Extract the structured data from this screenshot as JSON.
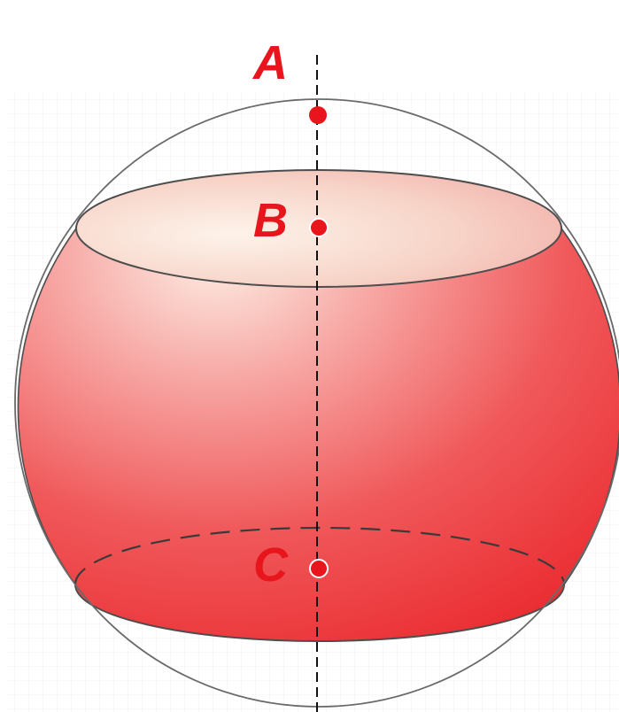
{
  "points": {
    "A": {
      "label": "A"
    },
    "B": {
      "label": "B"
    },
    "C": {
      "label": "C"
    }
  },
  "colors": {
    "accent": "#e8161c",
    "band_fill": "#f03c3f",
    "band_highlight": "#fbe9df",
    "outline": "#5a5a5a",
    "axis": "#111111",
    "backdrop_grid": "#f3f3f3"
  }
}
